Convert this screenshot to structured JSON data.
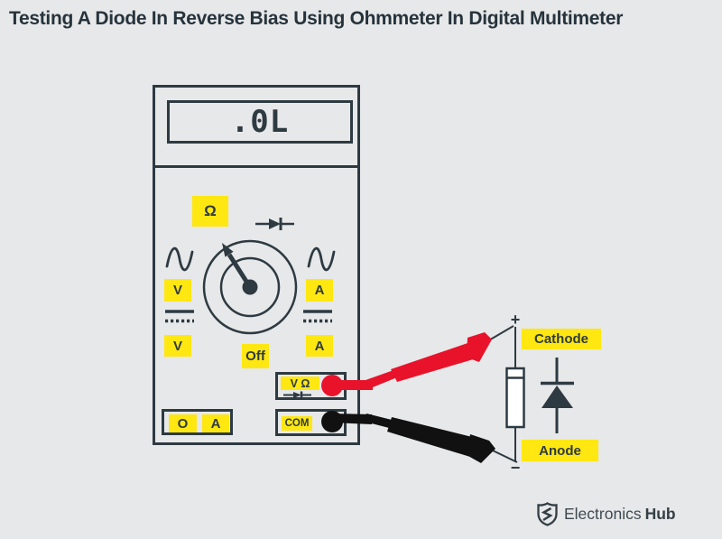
{
  "title": "Testing A Diode In Reverse Bias Using Ohmmeter In Digital Multimeter",
  "multimeter": {
    "display_value": ".0L",
    "labels": {
      "ohm": "Ω",
      "ac_volts": "V",
      "dc_volts": "V",
      "ac_amps": "A",
      "dc_amps": "A",
      "off": "Off"
    },
    "jacks": {
      "volt_ohm": "V Ω",
      "com": "COM",
      "amp_o": "O",
      "amp_a": "A"
    }
  },
  "circuit": {
    "cathode": "Cathode",
    "anode": "Anode",
    "plus": "+",
    "minus": "−"
  },
  "logo": {
    "name_regular": "Electronics",
    "name_bold": "Hub"
  },
  "colors": {
    "background": "#e7e8e9",
    "ink": "#2e3a42",
    "yellow": "#ffe712",
    "red": "#e8132b",
    "probe_black": "#111111"
  }
}
